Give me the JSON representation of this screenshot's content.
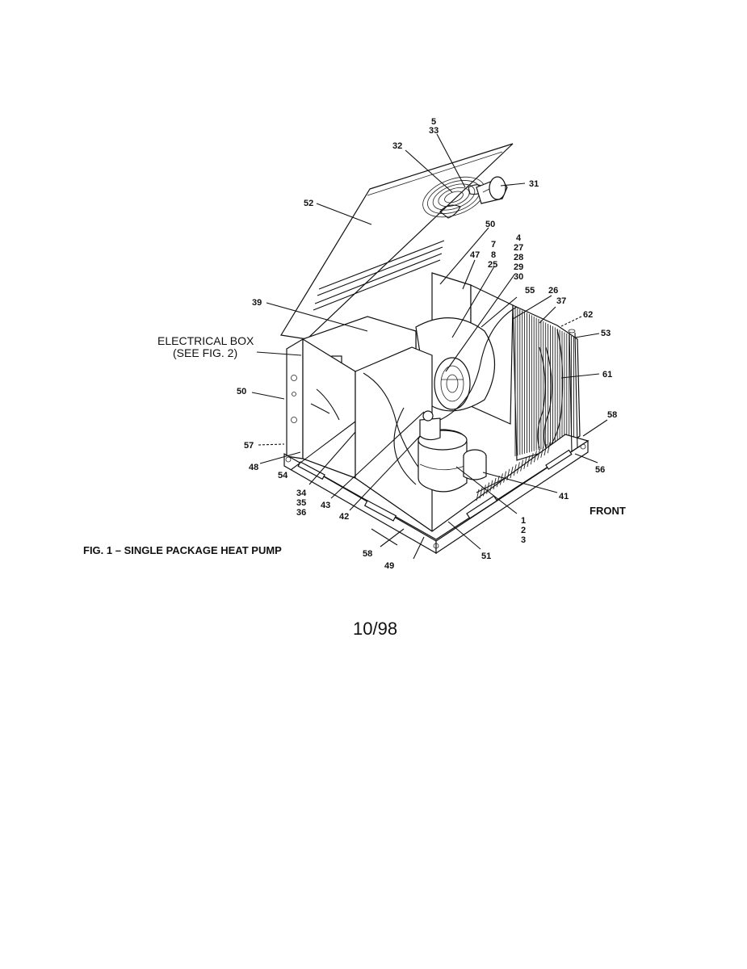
{
  "figure": {
    "caption": "FIG. 1 – SINGLE PACKAGE HEAT PUMP",
    "electrical_box_line1": "ELECTRICAL BOX",
    "electrical_box_line2": "(SEE FIG. 2)",
    "front_label": "FRONT",
    "page_date": "10/98"
  },
  "callouts": {
    "c5": "5",
    "c33": "33",
    "c32": "32",
    "c31": "31",
    "c52": "52",
    "c50_top": "50",
    "c4": "4",
    "c27": "27",
    "c28": "28",
    "c29": "29",
    "c30": "30",
    "c7": "7",
    "c8": "8",
    "c25": "25",
    "c47": "47",
    "c55": "55",
    "c26": "26",
    "c37": "37",
    "c62": "62",
    "c53": "53",
    "c39": "39",
    "c61": "61",
    "c50_left": "50",
    "c58_right": "58",
    "c57": "57",
    "c48": "48",
    "c56": "56",
    "c54": "54",
    "c41": "41",
    "c34": "34",
    "c35": "35",
    "c36": "36",
    "c43": "43",
    "c42": "42",
    "c1": "1",
    "c2": "2",
    "c3": "3",
    "c58_bottom": "58",
    "c49": "49",
    "c51": "51"
  }
}
